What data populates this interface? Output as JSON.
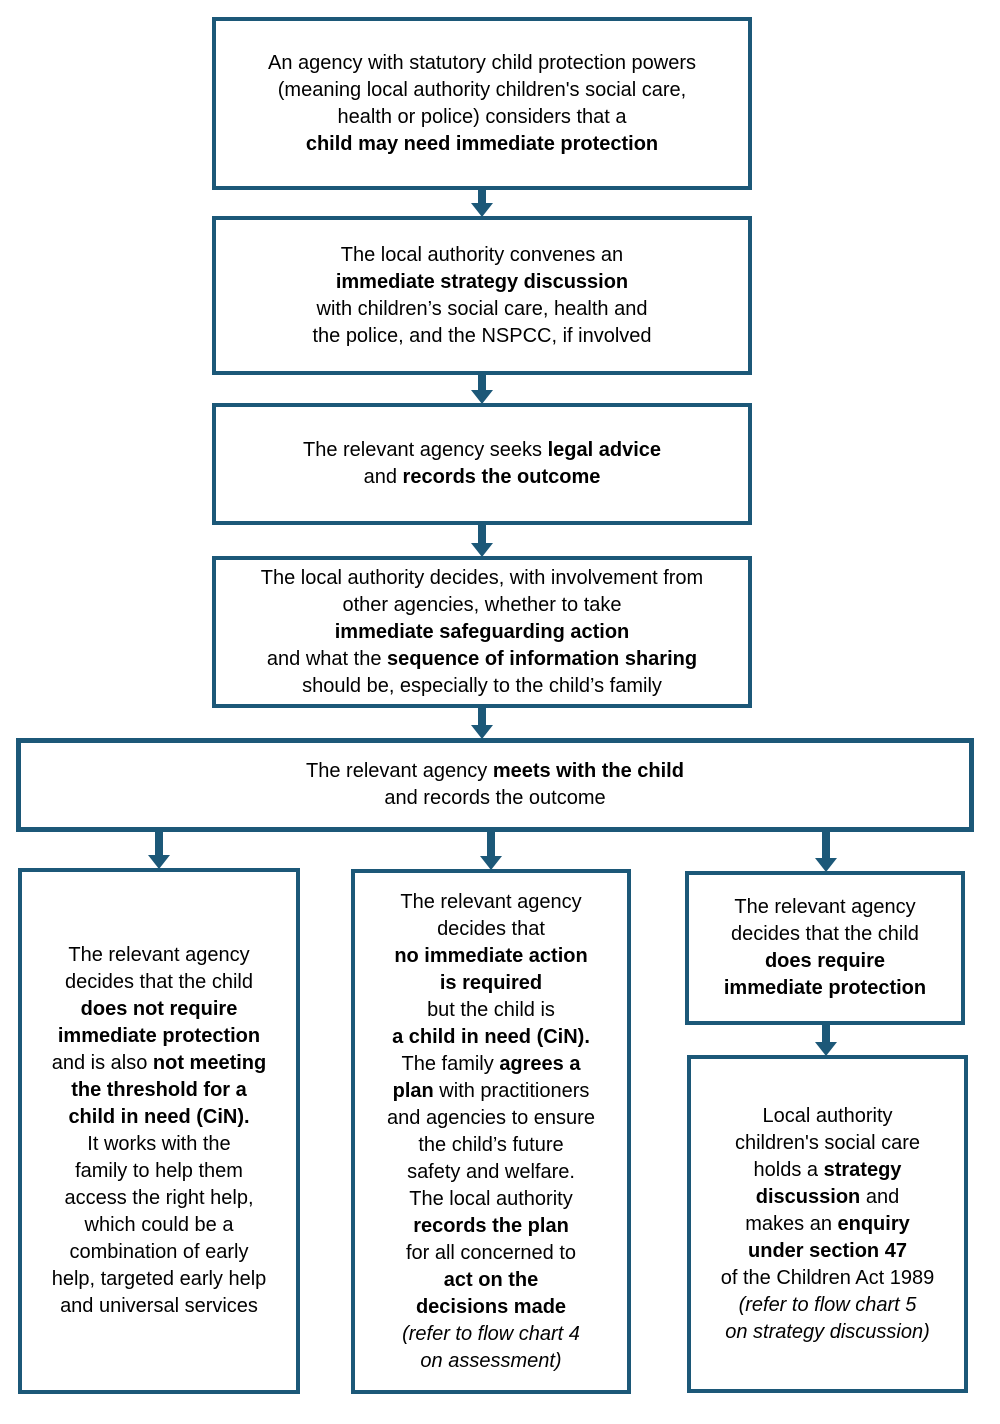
{
  "colors": {
    "accent": "#1c5878",
    "background": "#ffffff",
    "text": "#000000"
  },
  "boxes": {
    "statutory_powers": {
      "lines": [
        [
          {
            "t": "An agency with statutory child protection powers"
          }
        ],
        [
          {
            "t": "(meaning local authority children's social care,"
          }
        ],
        [
          {
            "t": "health or police) considers that a"
          }
        ],
        [
          {
            "t": "child may need immediate protection",
            "b": true
          }
        ]
      ]
    },
    "strategy_discussion": {
      "lines": [
        [
          {
            "t": "The local authority convenes an"
          }
        ],
        [
          {
            "t": "immediate strategy discussion",
            "b": true
          }
        ],
        [
          {
            "t": "with children’s social care, health and"
          }
        ],
        [
          {
            "t": "the police, and the NSPCC, if involved"
          }
        ]
      ]
    },
    "legal_advice": {
      "lines": [
        [
          {
            "t": "The relevant agency seeks "
          },
          {
            "t": "legal advice",
            "b": true
          }
        ],
        [
          {
            "t": "and "
          },
          {
            "t": "records the outcome",
            "b": true
          }
        ]
      ]
    },
    "safeguarding_decision": {
      "lines": [
        [
          {
            "t": "The local authority decides, with involvement from"
          }
        ],
        [
          {
            "t": "other agencies, whether to take"
          }
        ],
        [
          {
            "t": "immediate safeguarding action",
            "b": true
          }
        ],
        [
          {
            "t": "and what the "
          },
          {
            "t": "sequence of information sharing",
            "b": true
          }
        ],
        [
          {
            "t": "should be, especially to the child’s family"
          }
        ]
      ]
    },
    "meets_child": {
      "lines": [
        [
          {
            "t": "The relevant agency "
          },
          {
            "t": "meets with the child",
            "b": true
          }
        ],
        [
          {
            "t": "and records the outcome"
          }
        ]
      ]
    },
    "no_protection_no_cin": {
      "lines": [
        [
          {
            "t": "The relevant agency"
          }
        ],
        [
          {
            "t": "decides that the child"
          }
        ],
        [
          {
            "t": "does not require",
            "b": true
          }
        ],
        [
          {
            "t": "immediate protection",
            "b": true
          }
        ],
        [
          {
            "t": "and is also "
          },
          {
            "t": "not meeting",
            "b": true
          }
        ],
        [
          {
            "t": "the threshold for a",
            "b": true
          }
        ],
        [
          {
            "t": "child in need (CiN).",
            "b": true
          }
        ],
        [
          {
            "t": "It works with the"
          }
        ],
        [
          {
            "t": "family to help them"
          }
        ],
        [
          {
            "t": "access the right help,"
          }
        ],
        [
          {
            "t": "which could be a"
          }
        ],
        [
          {
            "t": "combination of early"
          }
        ],
        [
          {
            "t": "help, targeted early help"
          }
        ],
        [
          {
            "t": "and universal services"
          }
        ]
      ]
    },
    "cin_plan": {
      "lines": [
        [
          {
            "t": "The relevant agency"
          }
        ],
        [
          {
            "t": "decides that"
          }
        ],
        [
          {
            "t": "no immediate action",
            "b": true
          }
        ],
        [
          {
            "t": "is required",
            "b": true
          }
        ],
        [
          {
            "t": "but the child is"
          }
        ],
        [
          {
            "t": "a child in need (CiN).",
            "b": true
          }
        ],
        [
          {
            "t": "The family "
          },
          {
            "t": "agrees a",
            "b": true
          }
        ],
        [
          {
            "t": "plan",
            "b": true
          },
          {
            "t": " with practitioners"
          }
        ],
        [
          {
            "t": "and agencies to ensure"
          }
        ],
        [
          {
            "t": "the child’s future"
          }
        ],
        [
          {
            "t": "safety and welfare."
          }
        ],
        [
          {
            "t": "The local authority"
          }
        ],
        [
          {
            "t": "records the plan",
            "b": true
          }
        ],
        [
          {
            "t": "for all concerned to"
          }
        ],
        [
          {
            "t": "act on the",
            "b": true
          }
        ],
        [
          {
            "t": "decisions made",
            "b": true
          }
        ],
        [
          {
            "t": "(refer to flow chart 4",
            "i": true
          }
        ],
        [
          {
            "t": "on assessment)",
            "i": true
          }
        ]
      ]
    },
    "requires_protection": {
      "lines": [
        [
          {
            "t": "The relevant agency"
          }
        ],
        [
          {
            "t": "decides that the child"
          }
        ],
        [
          {
            "t": "does require",
            "b": true
          }
        ],
        [
          {
            "t": "immediate protection",
            "b": true
          }
        ]
      ]
    },
    "section47_enquiry": {
      "lines": [
        [
          {
            "t": "Local authority"
          }
        ],
        [
          {
            "t": "children's social care"
          }
        ],
        [
          {
            "t": "holds a "
          },
          {
            "t": "strategy",
            "b": true
          }
        ],
        [
          {
            "t": "discussion",
            "b": true
          },
          {
            "t": " and"
          }
        ],
        [
          {
            "t": "makes an "
          },
          {
            "t": "enquiry",
            "b": true
          }
        ],
        [
          {
            "t": "under section 47",
            "b": true
          }
        ],
        [
          {
            "t": "of the Children Act 1989"
          }
        ],
        [
          {
            "t": "(refer to flow chart 5",
            "i": true
          }
        ],
        [
          {
            "t": "on strategy discussion)",
            "i": true
          }
        ]
      ]
    }
  }
}
